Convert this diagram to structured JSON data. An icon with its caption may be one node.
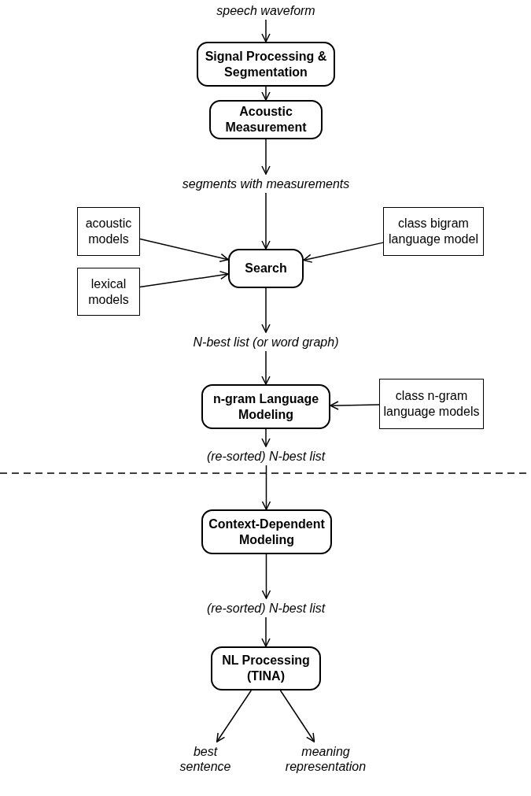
{
  "diagram": {
    "nodes": [
      {
        "text": [
          "speech waveform"
        ]
      },
      {
        "text": [
          "Signal Processing & Segmentation"
        ]
      },
      {
        "text": [
          "Acoustic Measurement"
        ]
      },
      {
        "text": [
          "segments with measurements"
        ]
      },
      {
        "text": [
          "acoustic models"
        ]
      },
      {
        "text": [
          "Search"
        ]
      },
      {
        "text": [
          "class bigram language model"
        ]
      },
      {
        "text": [
          "lexical models"
        ]
      },
      {
        "text": [
          "N-best list (or word graph)"
        ]
      },
      {
        "text": [
          "n-gram Language Modeling"
        ]
      },
      {
        "text": [
          "class n-gram language models"
        ]
      },
      {
        "text": [
          "(re-sorted) N-best list"
        ]
      },
      {
        "text": [
          "Context-Dependent Modeling"
        ]
      },
      {
        "text": [
          "(re-sorted) N-best list"
        ]
      },
      {
        "text": [
          "NL Processing (TINA)"
        ]
      },
      {
        "text": [
          "best sentence"
        ]
      },
      {
        "text": [
          "meaning representation"
        ]
      }
    ],
    "edges": [
      {
        "from": 0,
        "to": 1,
        "arrow": "to"
      },
      {
        "from": 1,
        "to": 2,
        "arrow": "to"
      },
      {
        "from": 2,
        "to": 3,
        "arrow": "to"
      },
      {
        "from": 3,
        "to": 5,
        "arrow": "to"
      },
      {
        "from": 4,
        "to": 5,
        "arrow": "to"
      },
      {
        "from": 6,
        "to": 5,
        "arrow": "to"
      },
      {
        "from": 7,
        "to": 5,
        "arrow": "to"
      },
      {
        "from": 5,
        "to": 8,
        "arrow": "to"
      },
      {
        "from": 8,
        "to": 9,
        "arrow": "to"
      },
      {
        "from": 10,
        "to": 9,
        "arrow": "to"
      },
      {
        "from": 9,
        "to": 11,
        "arrow": "to"
      },
      {
        "from": 11,
        "to": 12,
        "arrow": "to"
      },
      {
        "from": 12,
        "to": 13,
        "arrow": "to"
      },
      {
        "from": 13,
        "to": 14,
        "arrow": "to"
      },
      {
        "from": 14,
        "to": 15,
        "arrow": "to"
      },
      {
        "from": 14,
        "to": 16,
        "arrow": "to"
      }
    ]
  }
}
